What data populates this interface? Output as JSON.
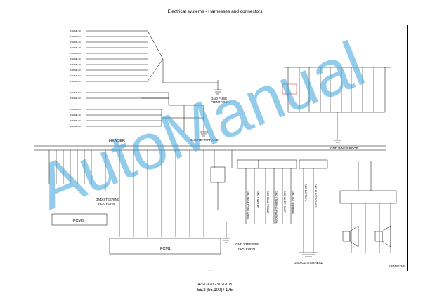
{
  "header": {
    "title": "Electrical systems - Harnesses and connectors"
  },
  "diagram": {
    "header_label": "HEADER",
    "gnd_fuse_print_area": "GND FUSE\nPRINT AREA",
    "gnd_fuse_print_area_l1": "GND FUSE",
    "gnd_fuse_print_area_l2": "PRINT AREA",
    "gnd_rear_frame": "GND REAR FRAME",
    "gnd_inner_roof": "GND INNER ROOF",
    "gnd_steering_platform_small_l1": "GND STEERING",
    "gnd_steering_platform_small_l2": "PLATFORM",
    "gnd_steering_platform_l1": "GND STEERING",
    "gnd_steering_platform_l2": "PLATFORM",
    "gnd_cutterhead": "GND CUTTERHEAD",
    "fcm3": "FCM3",
    "fcm1": "FCM1",
    "frame_label": "FRAME 20a",
    "rotated_labels": [
      "GND FUSE PRINT AREA",
      "GND STARTER",
      "GND REAR FRAME",
      "GND STEERING PLATFORM",
      "GND INNER ROOF",
      "GND CUTTERHEAD",
      "GND BATTERY",
      "GND ELECTRONICS"
    ],
    "center_bottom_ref": "........"
  },
  "footer": {
    "doc_id": "47612470 23/02/2015",
    "page_ref": "55.2 [55.100] / 175"
  },
  "watermark": {
    "text": "AutoManual",
    "color": "#3aa0d8"
  }
}
